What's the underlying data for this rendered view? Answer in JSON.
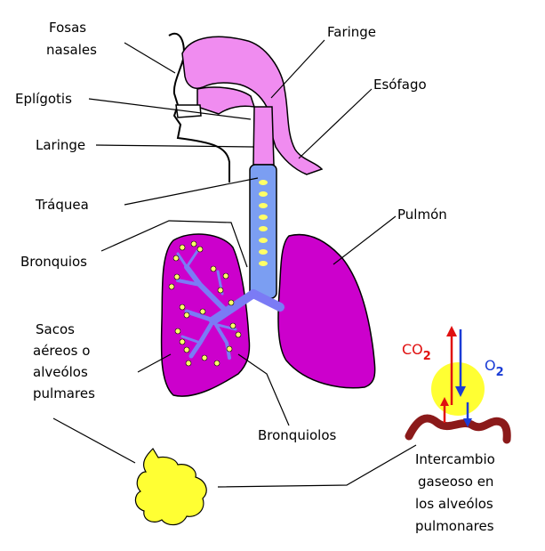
{
  "labels": {
    "fosas": [
      "Fosas",
      "nasales"
    ],
    "epiglotis": "Eplígotis",
    "laringe": "Laringe",
    "traquea": "Tráquea",
    "bronquios": "Bronquios",
    "sacos": [
      "Sacos",
      "aéreos o",
      "alveólos",
      "pulmares"
    ],
    "faringe": "Faringe",
    "esofago": "Esófago",
    "pulmon": "Pulmón",
    "bronquiolos": "Bronquiolos",
    "intercambio": [
      "Intercambio",
      "gaseoso en",
      "los alveólos",
      "pulmonares"
    ],
    "co2": "CO",
    "co2_sub": "2",
    "o2": "O",
    "o2_sub": "2"
  },
  "colors": {
    "pink_airway": "#f08cf0",
    "lung_magenta": "#cc00cc",
    "bronchi_blue": "#7b7bf5",
    "trachea_blue": "#7b9ef2",
    "alveolus_yellow": "#ffff33",
    "capillary_brown": "#8b1a1a",
    "co2_red": "#e01010",
    "o2_blue": "#1a3cd6"
  }
}
